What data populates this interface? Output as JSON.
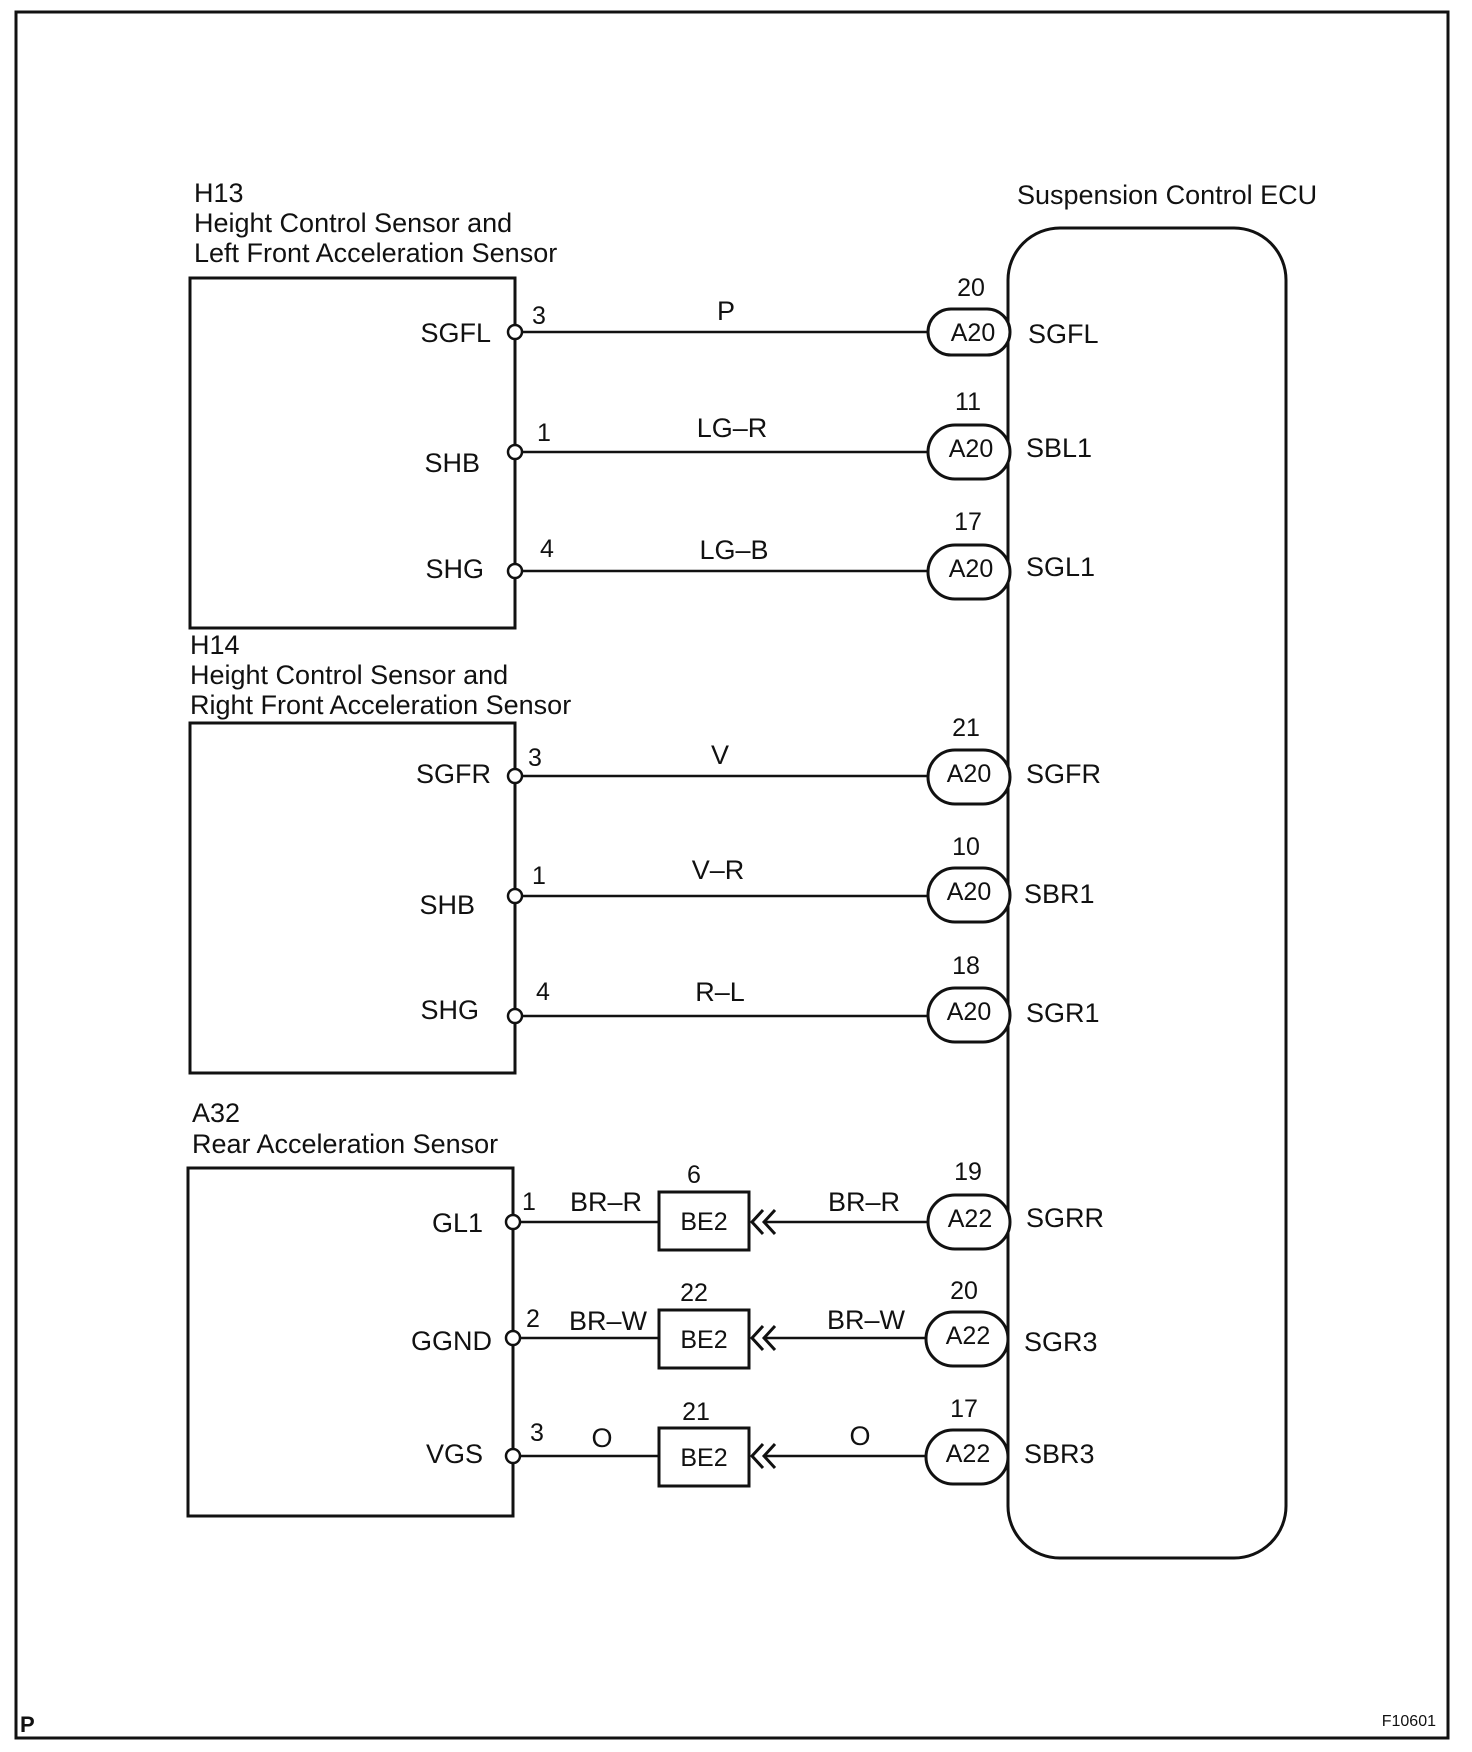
{
  "ecu": {
    "title": "Suspension Control ECU"
  },
  "h13": {
    "code": "H13",
    "name_line1": "Height Control Sensor and",
    "name_line2": "Left Front Acceleration Sensor",
    "wires": [
      {
        "sensor_pin_name": "SGFL",
        "sensor_pin_no": "3",
        "color": "P",
        "ecu_connector": "A20",
        "ecu_pin_no": "20",
        "ecu_pin_name": "SGFL"
      },
      {
        "sensor_pin_name": "SHB",
        "sensor_pin_no": "1",
        "color": "LG–R",
        "ecu_connector": "A20",
        "ecu_pin_no": "11",
        "ecu_pin_name": "SBL1"
      },
      {
        "sensor_pin_name": "SHG",
        "sensor_pin_no": "4",
        "color": "LG–B",
        "ecu_connector": "A20",
        "ecu_pin_no": "17",
        "ecu_pin_name": "SGL1"
      }
    ]
  },
  "h14": {
    "code": "H14",
    "name_line1": "Height Control Sensor and",
    "name_line2": "Right Front Acceleration Sensor",
    "wires": [
      {
        "sensor_pin_name": "SGFR",
        "sensor_pin_no": "3",
        "color": "V",
        "ecu_connector": "A20",
        "ecu_pin_no": "21",
        "ecu_pin_name": "SGFR"
      },
      {
        "sensor_pin_name": "SHB",
        "sensor_pin_no": "1",
        "color": "V–R",
        "ecu_connector": "A20",
        "ecu_pin_no": "10",
        "ecu_pin_name": "SBR1"
      },
      {
        "sensor_pin_name": "SHG",
        "sensor_pin_no": "4",
        "color": "R–L",
        "ecu_connector": "A20",
        "ecu_pin_no": "18",
        "ecu_pin_name": "SGR1"
      }
    ]
  },
  "a32": {
    "code": "A32",
    "name_line1": "Rear Acceleration Sensor",
    "wires": [
      {
        "sensor_pin_name": "GL1",
        "sensor_pin_no": "1",
        "color_left": "BR–R",
        "junction": "BE2",
        "junction_pin_no": "6",
        "color_right": "BR–R",
        "ecu_connector": "A22",
        "ecu_pin_no": "19",
        "ecu_pin_name": "SGRR"
      },
      {
        "sensor_pin_name": "GGND",
        "sensor_pin_no": "2",
        "color_left": "BR–W",
        "junction": "BE2",
        "junction_pin_no": "22",
        "color_right": "BR–W",
        "ecu_connector": "A22",
        "ecu_pin_no": "20",
        "ecu_pin_name": "SGR3"
      },
      {
        "sensor_pin_name": "VGS",
        "sensor_pin_no": "3",
        "color_left": "O",
        "junction": "BE2",
        "junction_pin_no": "21",
        "color_right": "O",
        "ecu_connector": "A22",
        "ecu_pin_no": "17",
        "ecu_pin_name": "SBR3"
      }
    ]
  },
  "footer": {
    "left": "P",
    "right": "F10601"
  }
}
